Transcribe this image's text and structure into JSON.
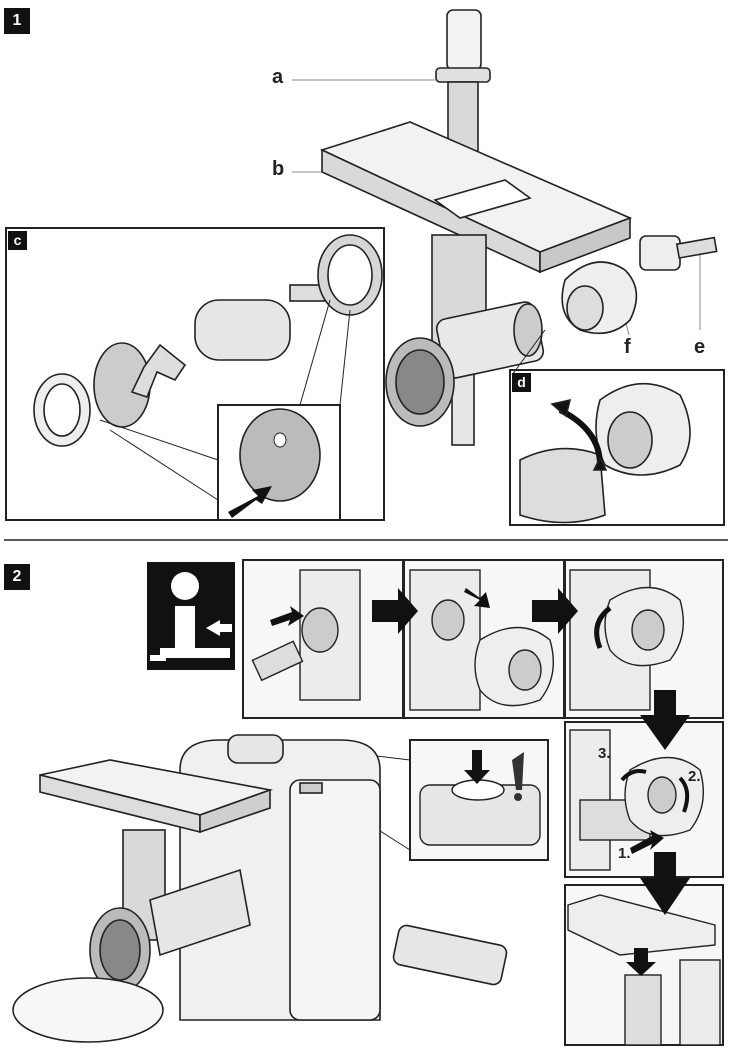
{
  "section1": {
    "number": "1"
  },
  "section2": {
    "number": "2"
  },
  "labels": {
    "a": "a",
    "b": "b",
    "c": "c",
    "d": "d",
    "e": "e",
    "f": "f"
  },
  "steps": {
    "s1": "1.",
    "s2": "2.",
    "s3": "3."
  },
  "colors": {
    "ink": "#222222",
    "shade": "#d9d9d9",
    "light": "#f2f2f2",
    "arrow": "#111111"
  }
}
